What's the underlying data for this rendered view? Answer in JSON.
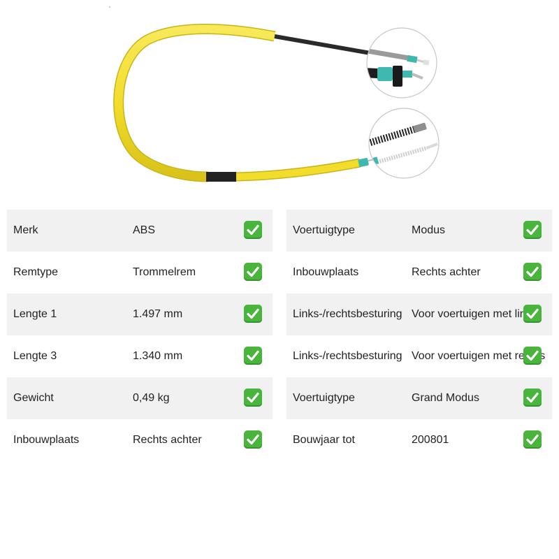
{
  "product": {
    "image_icon": "brake-cable-illustration"
  },
  "specs_left": [
    {
      "label": "Merk",
      "value": "ABS"
    },
    {
      "label": "Remtype",
      "value": "Trommelrem"
    },
    {
      "label": "Lengte 1",
      "value": "1.497 mm"
    },
    {
      "label": "Lengte 3",
      "value": "1.340 mm"
    },
    {
      "label": "Gewicht",
      "value": "0,49 kg"
    },
    {
      "label": "Inbouwplaats",
      "value": "Rechts achter"
    }
  ],
  "specs_right": [
    {
      "label": "Voertuigtype",
      "value": "Modus"
    },
    {
      "label": "Inbouwplaats",
      "value": "Rechts achter"
    },
    {
      "label": "Links-/rechtsbesturing",
      "value": "Voor voertuigen met links"
    },
    {
      "label": "Links-/rechtsbesturing",
      "value": "Voor voertuigen met rechts"
    },
    {
      "label": "Voertuigtype",
      "value": "Grand Modus"
    },
    {
      "label": "Bouwjaar tot",
      "value": "200801"
    }
  ],
  "icons": {
    "check": "check-mark-icon"
  },
  "colors": {
    "cable_sheath": "#f2dd2c",
    "cable_inner": "#2a2a2a",
    "fitting_teal": "#3fb8b0",
    "check_green": "#49b53d",
    "row_shade": "#f1f1f1"
  }
}
